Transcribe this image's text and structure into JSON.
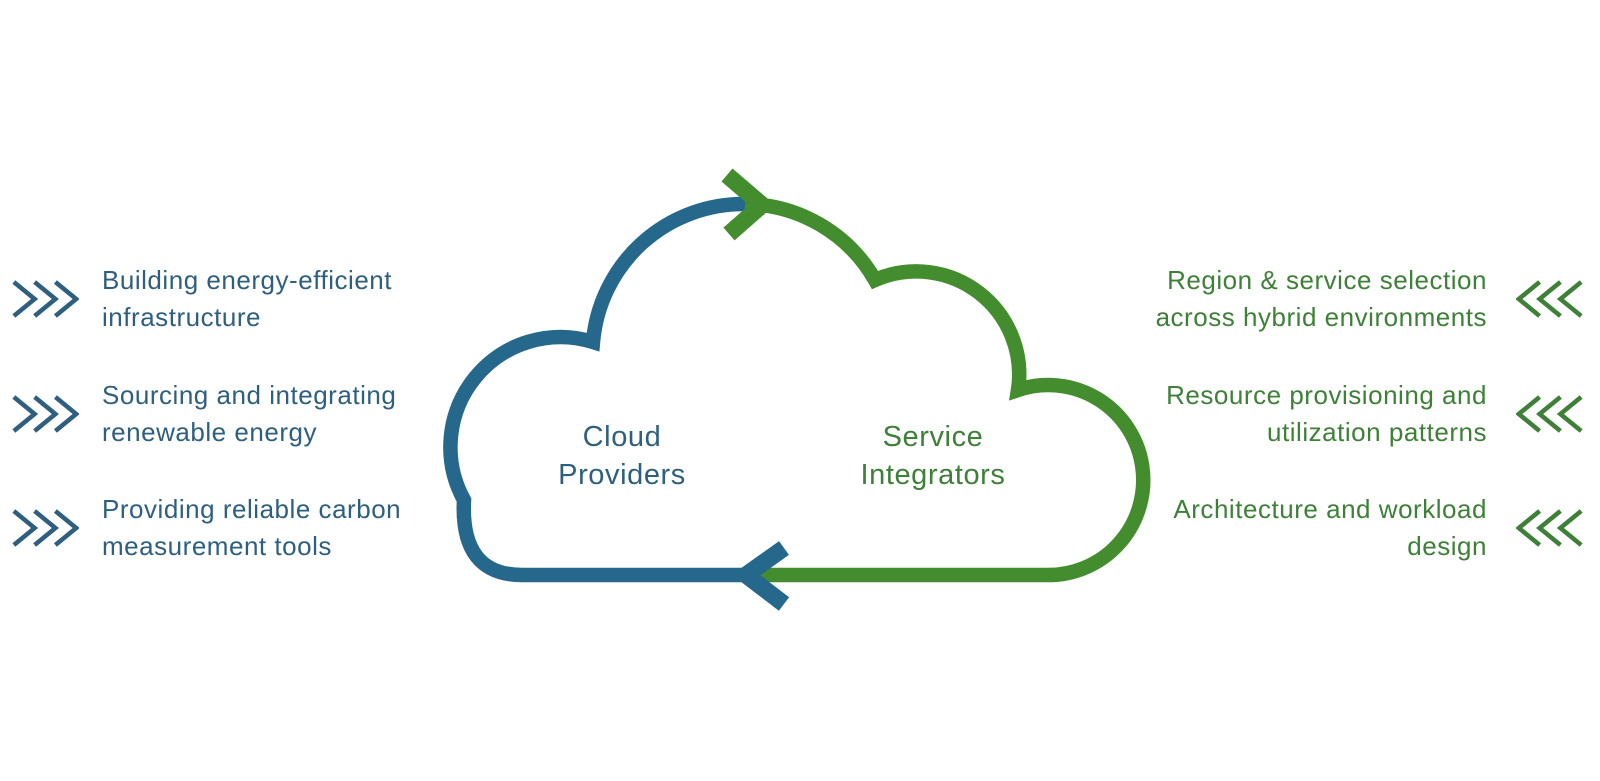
{
  "palette": {
    "blue": "#26678C",
    "blue_text": "#2E5F7E",
    "green": "#448D2E",
    "green_text": "#3E8038"
  },
  "cloud": {
    "left_label_line1": "Cloud",
    "left_label_line2": "Providers",
    "right_label_line1": "Service",
    "right_label_line2": "Integrators"
  },
  "left_items": [
    {
      "line1": "Building energy-efficient",
      "line2": "infrastructure"
    },
    {
      "line1": "Sourcing and integrating",
      "line2": "renewable energy"
    },
    {
      "line1": "Providing reliable carbon",
      "line2": "measurement tools"
    }
  ],
  "right_items": [
    {
      "line1": "Region & service selection",
      "line2": "across hybrid environments"
    },
    {
      "line1": "Resource provisioning and",
      "line2": "utilization patterns"
    },
    {
      "line1": "Architecture and workload",
      "line2": "design"
    }
  ]
}
